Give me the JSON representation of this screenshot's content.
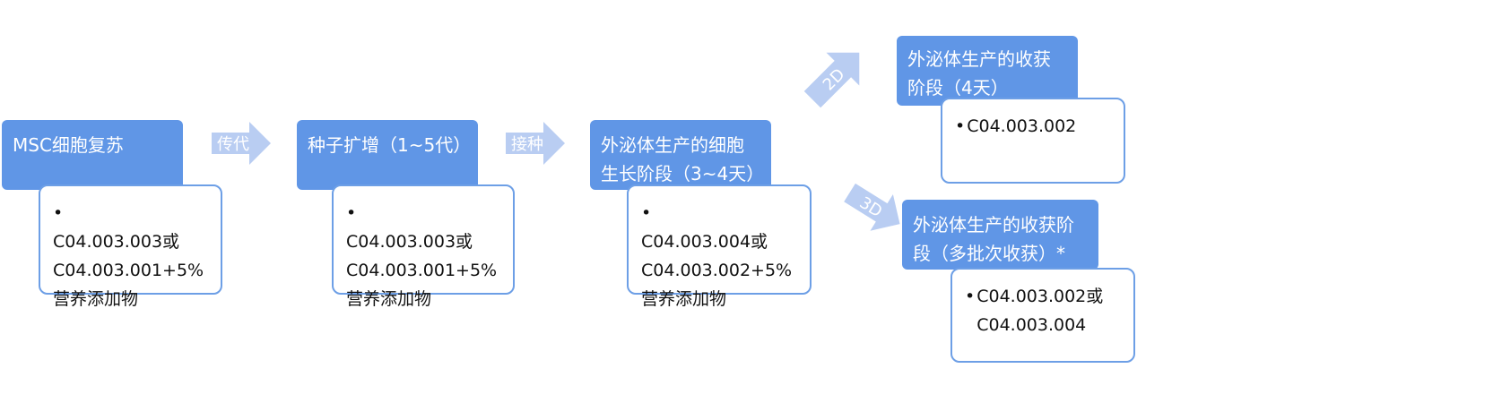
{
  "colors": {
    "step_fill": "#6096e6",
    "note_border": "#6d9fe6",
    "arrow_fill": "#b9cdf2",
    "step_text": "#ffffff",
    "note_text": "#111111"
  },
  "steps": [
    {
      "title": "MSC细胞复苏"
    },
    {
      "title": "种子扩增（1~5代）"
    },
    {
      "title": "外泌体生产的细胞\n生长阶段（3~4天）"
    },
    {
      "title": "外泌体生产的收获\n阶段（4天）"
    },
    {
      "title": "外泌体生产的收获阶\n段（多批次收获）*"
    }
  ],
  "notes": [
    {
      "bullet": "•",
      "text": "C04.003.003或\nC04.003.001+5%\n营养添加物"
    },
    {
      "bullet": "•",
      "text": "C04.003.003或\nC04.003.001+5%\n营养添加物"
    },
    {
      "bullet": "•",
      "text": "C04.003.004或\nC04.003.002+5%\n营养添加物"
    },
    {
      "bullet": "•",
      "text": "C04.003.002"
    },
    {
      "bullet": "•",
      "text": "C04.003.002或\nC04.003.004"
    }
  ],
  "arrows": [
    {
      "label": "传代"
    },
    {
      "label": "接种"
    },
    {
      "label": "2D"
    },
    {
      "label": "3D"
    }
  ]
}
